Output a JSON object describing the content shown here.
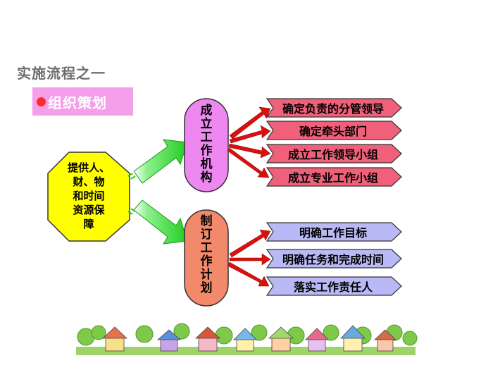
{
  "title": "实施流程之一",
  "section_tag": "组织策划",
  "source_node": "提供人、\n财、物\n和时间\n资源保\n障",
  "branches": [
    {
      "label": "成\n立\n工\n作\n机\n构",
      "items": [
        "确定负责的分管领导",
        "确定牵头部门",
        "成立工作领导小组",
        "成立专业工作小组"
      ]
    },
    {
      "label": "制\n订\n工\n作\n计\n划",
      "items": [
        "明确工作目标",
        "明确任务和完成时间",
        "落实工作责任人"
      ]
    }
  ],
  "colors": {
    "title": "#6e6e6e",
    "tag_bg": "#f59ee9",
    "bullet": "#ff2a2a",
    "octagon": "#ffff00",
    "branch1": "#ee88f0",
    "branch2": "#f2896a",
    "item_pink": "#f0607a",
    "item_lavender": "#b9b9f5",
    "green_arrow": "#33dd33",
    "red_arrow": "#d81010"
  }
}
